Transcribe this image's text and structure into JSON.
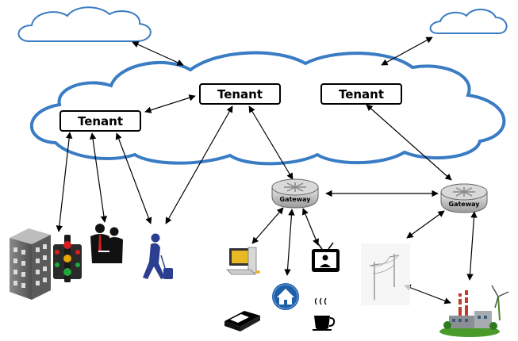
{
  "diagram": {
    "tenants": [
      {
        "label": "Tenant"
      },
      {
        "label": "Tenant"
      },
      {
        "label": "Tenant"
      }
    ],
    "gateways": [
      {
        "label": "Gateway"
      },
      {
        "label": "Gateway"
      }
    ],
    "colors": {
      "cloud_stroke": "#3a7cc4",
      "small_cloud_fill": "#ffffff",
      "building": "#6d6d6d",
      "person": "#2c3e8f",
      "tv": "#000000",
      "home": "#1f5fa8",
      "factory_green": "#4a9a2a"
    },
    "icons": [
      "building-icon",
      "traffic-light-icon",
      "business-people-icon",
      "traveler-icon",
      "computer-icon",
      "tv-icon",
      "home-icon",
      "bed-icon",
      "coffee-cup-icon",
      "power-lines-icon",
      "power-plant-icon",
      "wind-turbine-icon"
    ]
  }
}
